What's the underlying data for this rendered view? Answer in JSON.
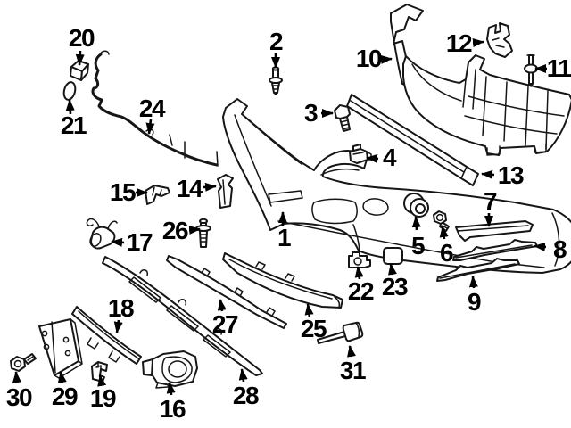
{
  "diagram": {
    "type": "exploded-parts-diagram",
    "subject": "front bumper assembly",
    "background_color": "#ffffff",
    "line_color": "#161616",
    "callouts": [
      {
        "label": "1"
      },
      {
        "label": "2"
      },
      {
        "label": "3"
      },
      {
        "label": "4"
      },
      {
        "label": "5"
      },
      {
        "label": "6"
      },
      {
        "label": "7"
      },
      {
        "label": "8"
      },
      {
        "label": "9"
      },
      {
        "label": "10"
      },
      {
        "label": "11"
      },
      {
        "label": "12"
      },
      {
        "label": "13"
      },
      {
        "label": "14"
      },
      {
        "label": "15"
      },
      {
        "label": "16"
      },
      {
        "label": "17"
      },
      {
        "label": "18"
      },
      {
        "label": "19"
      },
      {
        "label": "20"
      },
      {
        "label": "21"
      },
      {
        "label": "22"
      },
      {
        "label": "23"
      },
      {
        "label": "24"
      },
      {
        "label": "25"
      },
      {
        "label": "26"
      },
      {
        "label": "27"
      },
      {
        "label": "28"
      },
      {
        "label": "29"
      },
      {
        "label": "30"
      },
      {
        "label": "31"
      }
    ]
  }
}
